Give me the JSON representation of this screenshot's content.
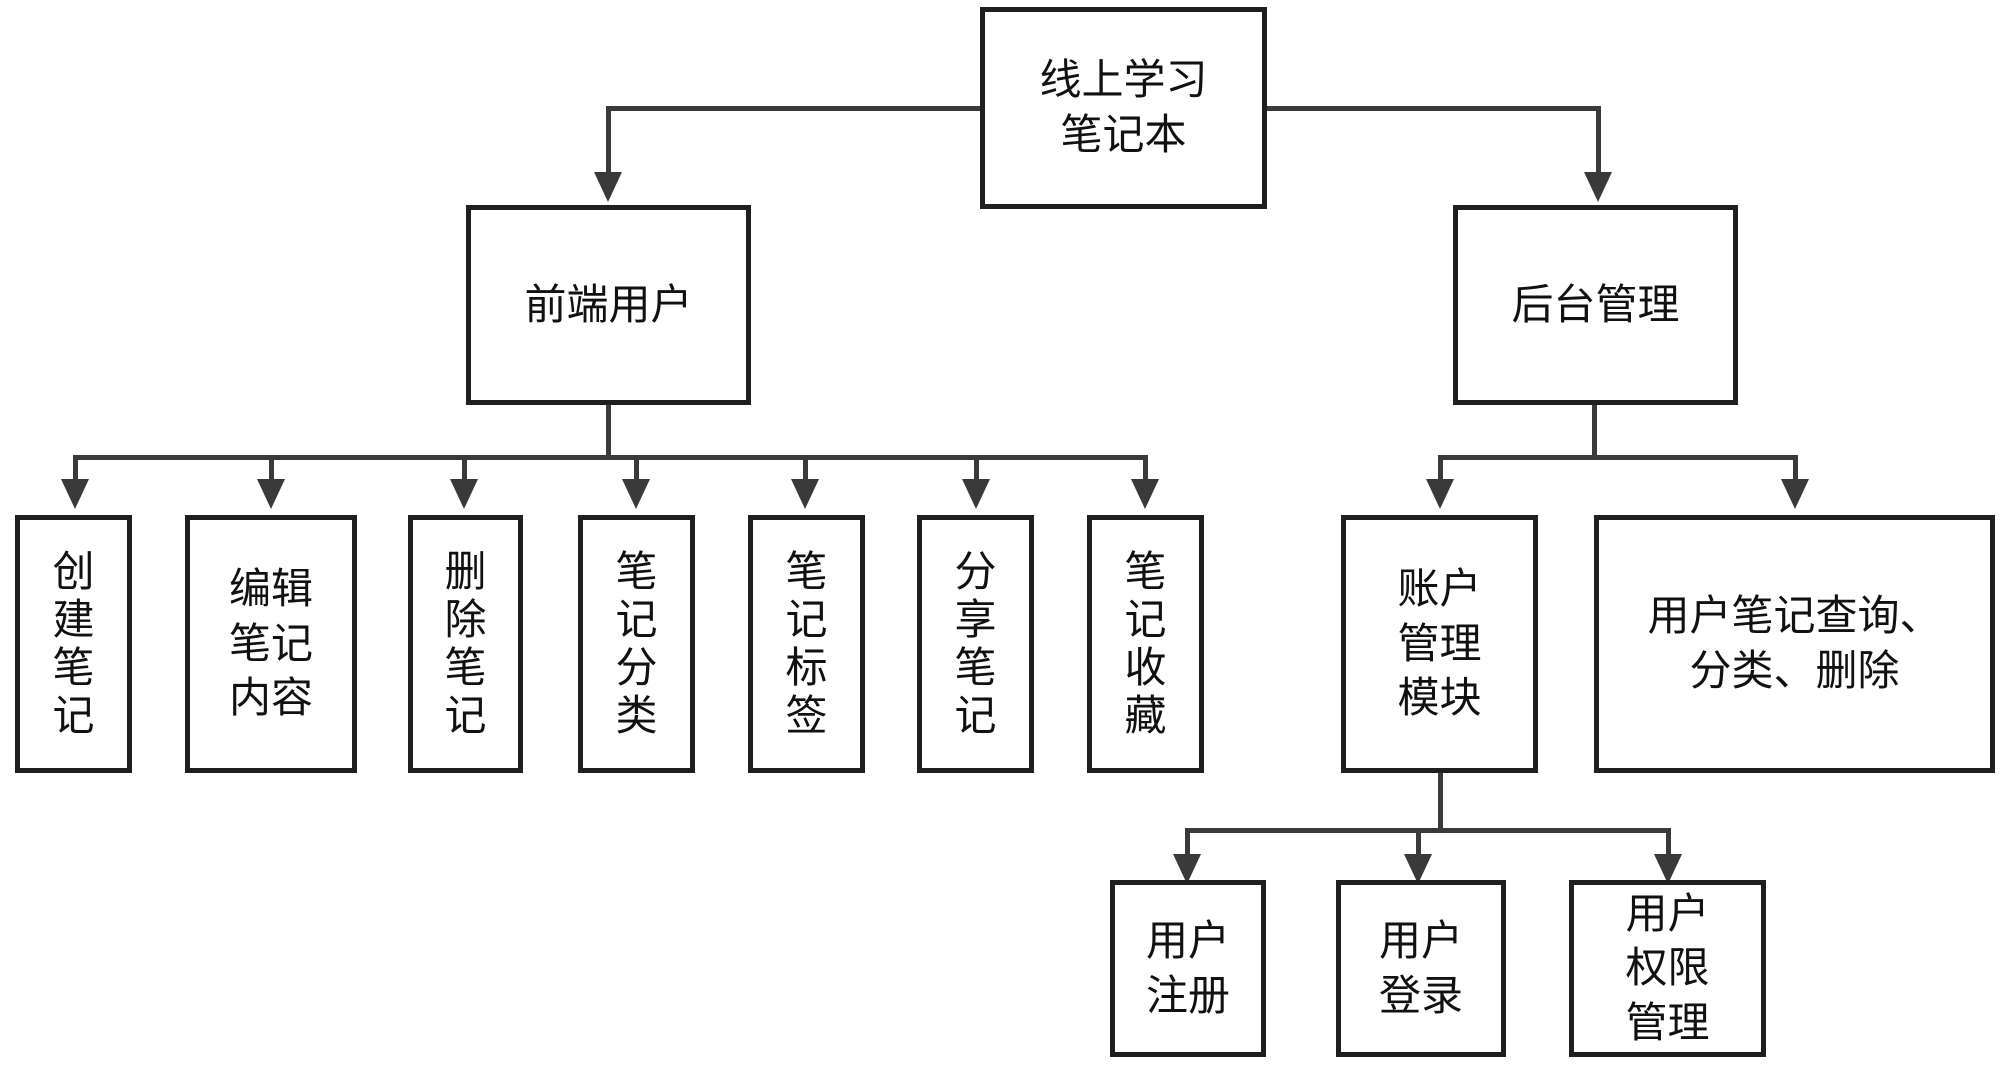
{
  "root": {
    "label": "线上学习\n笔记本"
  },
  "branches": {
    "frontend": {
      "label": "前端用户"
    },
    "backend": {
      "label": "后台管理"
    }
  },
  "frontend_items": [
    {
      "label": "创\n建\n笔\n记"
    },
    {
      "label": "编辑\n笔记\n内容"
    },
    {
      "label": "删\n除\n笔\n记"
    },
    {
      "label": "笔\n记\n分\n类"
    },
    {
      "label": "笔\n记\n标\n签"
    },
    {
      "label": "分\n享\n笔\n记"
    },
    {
      "label": "笔\n记\n收\n藏"
    }
  ],
  "backend_items": [
    {
      "label": "账户\n管理\n模块"
    },
    {
      "label": "用户笔记查询、\n分类、删除"
    }
  ],
  "account_items": [
    {
      "label": "用户\n注册"
    },
    {
      "label": "用户\n登录"
    },
    {
      "label": "用户\n权限\n管理"
    }
  ]
}
